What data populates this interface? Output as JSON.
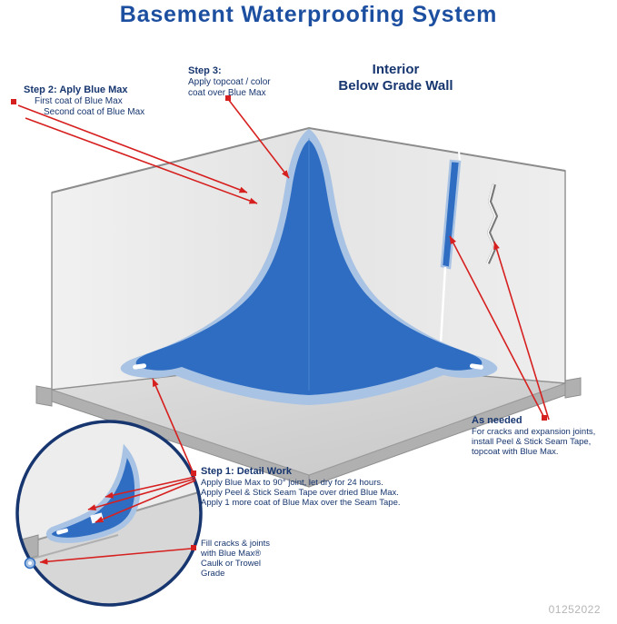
{
  "title": "Basement Waterproofing System",
  "doc_code": "01252022",
  "labels": {
    "step2": {
      "heading": "Step 2: Aply Blue Max",
      "lines": [
        "First coat of Blue Max",
        "Second coat of Blue Max"
      ]
    },
    "step3": {
      "heading": "Step 3:",
      "lines": [
        "Apply topcoat / color",
        "coat over Blue Max"
      ]
    },
    "interior": {
      "lines": [
        "Interior",
        "Below Grade Wall"
      ]
    },
    "as_needed": {
      "heading": "As needed",
      "lines": [
        "For cracks and expansion joints,",
        "install Peel & Stick Seam Tape,",
        "topcoat with Blue Max."
      ]
    },
    "step1": {
      "heading": "Step 1: Detail Work",
      "lines": [
        "Apply Blue Max to 90° joint, let dry for 24 hours.",
        "Apply Peel & Stick Seam Tape over dried Blue Max.",
        "Apply 1 more coat of Blue Max over the Seam Tape."
      ]
    },
    "fill_note": {
      "lines": [
        "Fill cracks & joints",
        "with Blue Max®",
        "Caulk or Trowel",
        "Grade"
      ]
    }
  },
  "colors": {
    "title_blue": "#1d4fa0",
    "navy": "#17366f",
    "red": "#d6201f",
    "coating": "#2e6dc2",
    "coating_light": "#a9c3e4",
    "wall": "#ededed",
    "floor": "#cfcfcf",
    "slab": "#b0b0b0",
    "outline": "#8f8f8f",
    "code_gray": "#b5b5b5"
  }
}
